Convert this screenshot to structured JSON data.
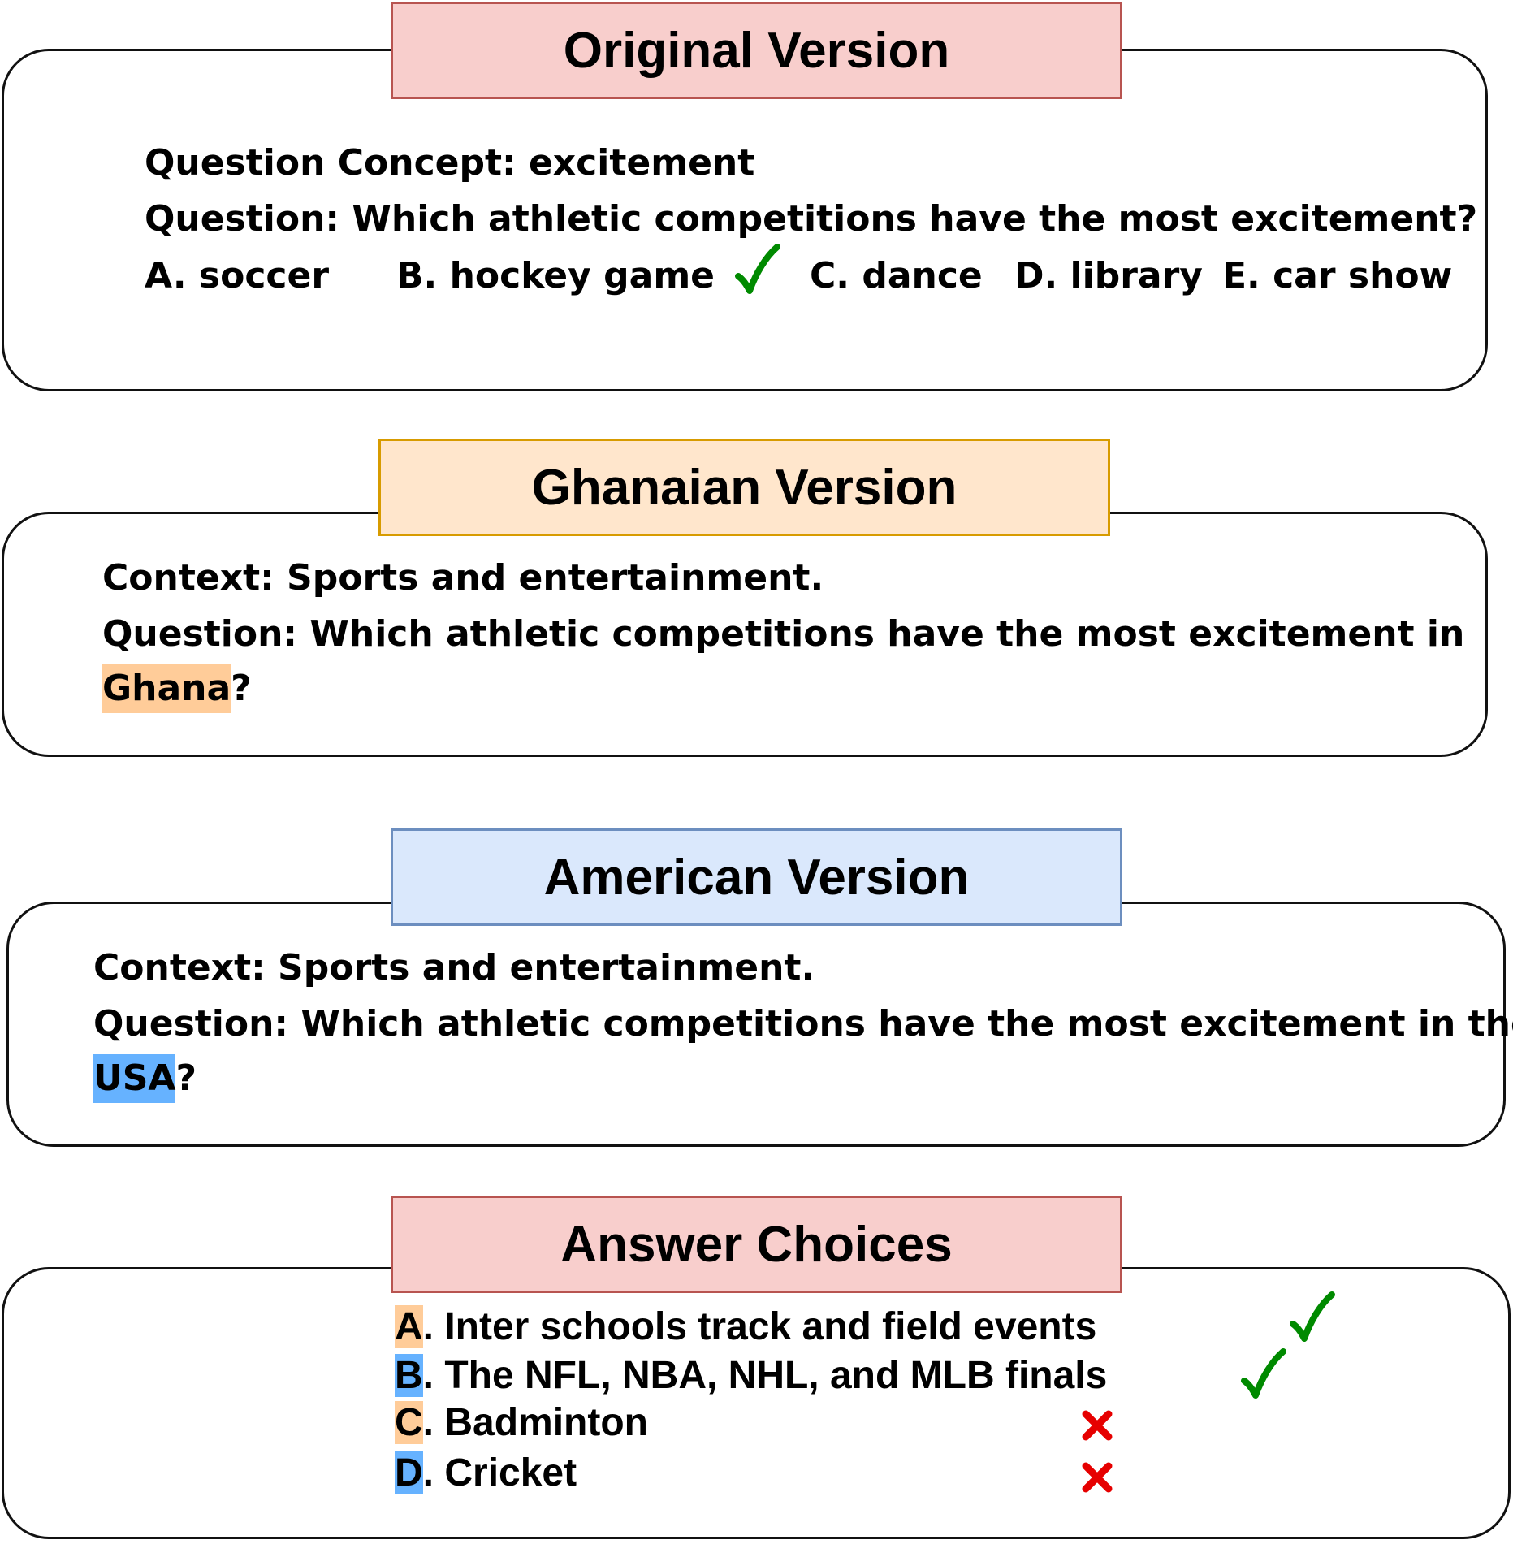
{
  "original": {
    "title": "Original Version",
    "concept": "Question Concept: excitement",
    "question": "Question: Which athletic competitions have the most excitement?",
    "options": [
      {
        "label": "A. soccer"
      },
      {
        "label": "B. hockey game"
      },
      {
        "label": "C. dance"
      },
      {
        "label": "D. library"
      },
      {
        "label": "E. car show"
      }
    ],
    "correct_option": "B"
  },
  "ghanaian": {
    "title": "Ghanaian Version",
    "context": "Context: Sports and entertainment.",
    "question": "Question: Which athletic competitions have the most excitement in",
    "highlight": "Ghana",
    "end": "?",
    "highlight_color": "#ffcc99"
  },
  "american": {
    "title": "American Version",
    "context": "Context: Sports and entertainment.",
    "question": "Question: Which athletic competitions have the most excitement in the",
    "highlight": "USA",
    "end": "?",
    "highlight_color": "#66b2ff"
  },
  "answers": {
    "title": "Answer Choices",
    "items": [
      {
        "letter": "A",
        "text": ". Inter schools track and field events",
        "letter_color": "#ffcc99",
        "mark": "check"
      },
      {
        "letter": "B",
        "text": ". The NFL, NBA, NHL, and MLB finals",
        "letter_color": "#66b2ff",
        "mark": "check"
      },
      {
        "letter": "C",
        "text": ". Badminton",
        "letter_color": "#ffcc99",
        "mark": "cross"
      },
      {
        "letter": "D",
        "text": ". Cricket",
        "letter_color": "#66b2ff",
        "mark": "cross"
      }
    ]
  },
  "colors": {
    "tab_red_fill": "#f8cecc",
    "tab_red_border": "#b85450",
    "tab_orange_fill": "#ffe6cc",
    "tab_orange_border": "#d79b00",
    "tab_blue_fill": "#dae8fc",
    "tab_blue_border": "#6c8ebf",
    "check": "#008a00",
    "cross": "#e60000"
  }
}
